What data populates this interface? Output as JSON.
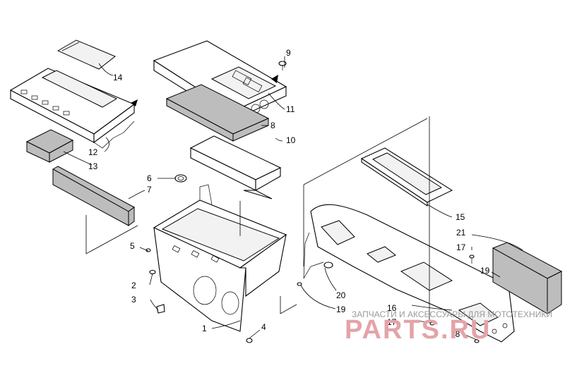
{
  "callouts": [
    {
      "id": "p1",
      "label": "1"
    },
    {
      "id": "p2",
      "label": "2"
    },
    {
      "id": "p3",
      "label": "3"
    },
    {
      "id": "p4",
      "label": "4"
    },
    {
      "id": "p5",
      "label": "5"
    },
    {
      "id": "p6",
      "label": "6"
    },
    {
      "id": "p7",
      "label": "7"
    },
    {
      "id": "p8",
      "label": "8"
    },
    {
      "id": "p9",
      "label": "9"
    },
    {
      "id": "p10",
      "label": "10"
    },
    {
      "id": "p11",
      "label": "11"
    },
    {
      "id": "p12",
      "label": "12"
    },
    {
      "id": "p13",
      "label": "13"
    },
    {
      "id": "p14",
      "label": "14"
    },
    {
      "id": "p15",
      "label": "15"
    },
    {
      "id": "p16",
      "label": "16"
    },
    {
      "id": "p17a",
      "label": "17"
    },
    {
      "id": "p17b",
      "label": "17"
    },
    {
      "id": "p18",
      "label": "18"
    },
    {
      "id": "p19a",
      "label": "19"
    },
    {
      "id": "p19b",
      "label": "19"
    },
    {
      "id": "p20",
      "label": "20"
    },
    {
      "id": "p21",
      "label": "21"
    }
  ],
  "watermark": {
    "caption": "ЗАПЧАСТИ И АКСЕССУАРЫ ДЛЯ МОТОТЕХНИКИ",
    "logo": "PARTS.RU",
    "logo_color": "#e4a3a8"
  }
}
